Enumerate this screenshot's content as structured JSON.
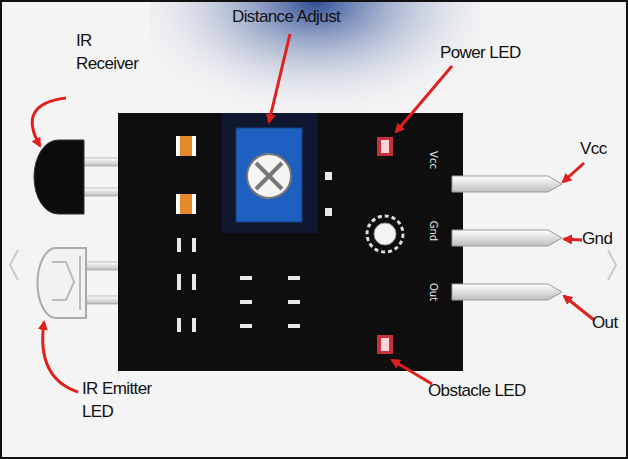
{
  "diagram": {
    "labels": [
      "Distance Adjust",
      "Power LED",
      "IR Receiver",
      "Vcc",
      "Vcc",
      "Gnd",
      "Gnd",
      "Out",
      "Out",
      "IR Emitter LED",
      "Obstacle LED"
    ]
  }
}
